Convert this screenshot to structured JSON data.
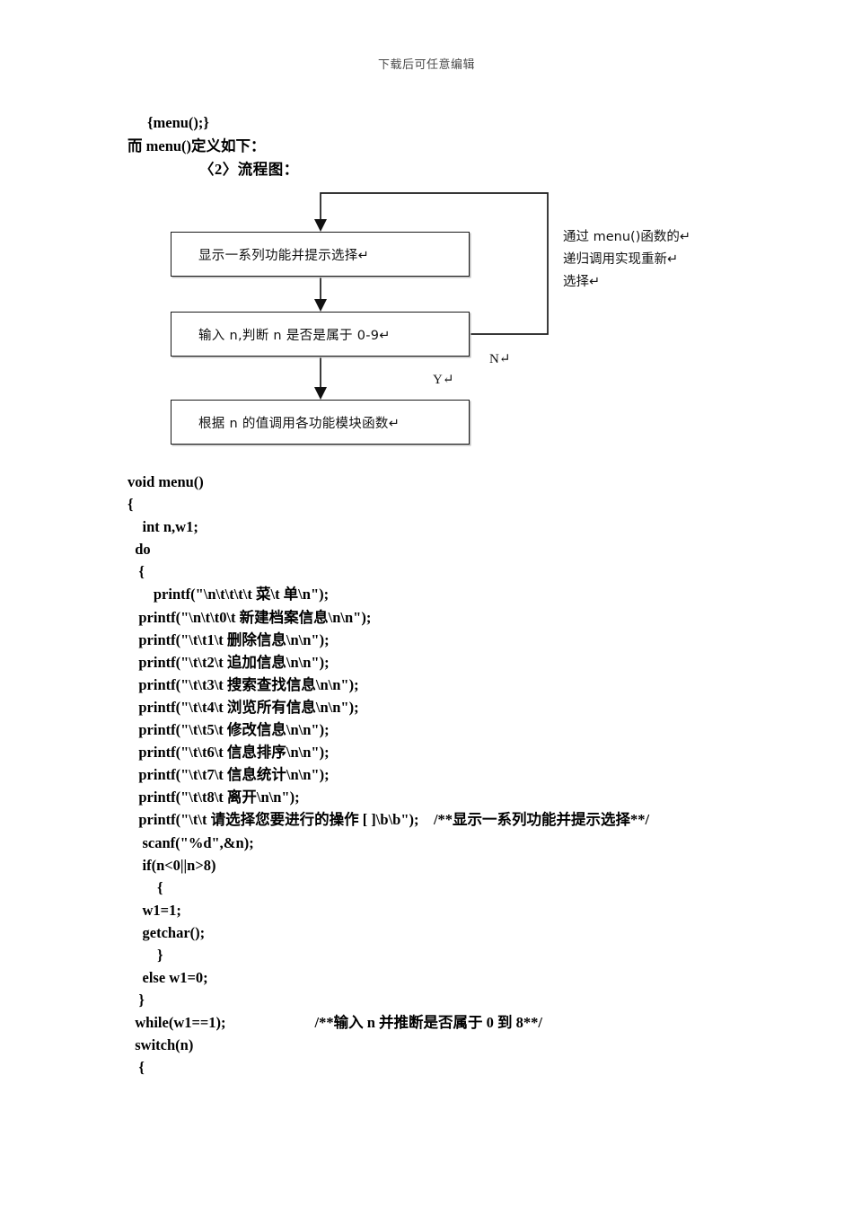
{
  "page": {
    "watermark": "下载后可任意编辑"
  },
  "intro": {
    "line1": "{menu();}",
    "line2": "而 menu()定义如下：",
    "line3": "〈2〉流程图："
  },
  "flowchart": {
    "box1": "显示一系列功能并提示选择↵",
    "box2": "输入 n,判断 n 是否是属于 0-9↵",
    "box3": "根据 n 的值调用各功能模块函数↵",
    "annotation": [
      "通过 menu()函数的↵",
      "递归调用实现重新↵",
      "选择↵"
    ],
    "label_no": "N↵",
    "label_yes": "Y↵"
  },
  "code": {
    "lines": [
      "void menu()",
      "{",
      "    int n,w1;",
      "  do",
      "   {",
      "       printf(\"\\n\\t\\t\\t\\t 菜\\t 单\\n\");",
      "   printf(\"\\n\\t\\t0\\t 新建档案信息\\n\\n\");",
      "   printf(\"\\t\\t1\\t 删除信息\\n\\n\");",
      "   printf(\"\\t\\t2\\t 追加信息\\n\\n\");",
      "   printf(\"\\t\\t3\\t 搜索查找信息\\n\\n\");",
      "   printf(\"\\t\\t4\\t 浏览所有信息\\n\\n\");",
      "   printf(\"\\t\\t5\\t 修改信息\\n\\n\");",
      "   printf(\"\\t\\t6\\t 信息排序\\n\\n\");",
      "   printf(\"\\t\\t7\\t 信息统计\\n\\n\");",
      "   printf(\"\\t\\t8\\t 离开\\n\\n\");",
      "   printf(\"\\t\\t 请选择您要进行的操作 [ ]\\b\\b\");    /**显示一系列功能并提示选择**/",
      "    scanf(\"%d\",&n);",
      "    if(n<0||n>8)",
      "        {",
      "    w1=1;",
      "    getchar();",
      "        }",
      "    else w1=0;",
      "   }",
      "  while(w1==1);                        /**输入 n 并推断是否属于 0 到 8**/",
      "  switch(n)",
      "   {"
    ]
  }
}
